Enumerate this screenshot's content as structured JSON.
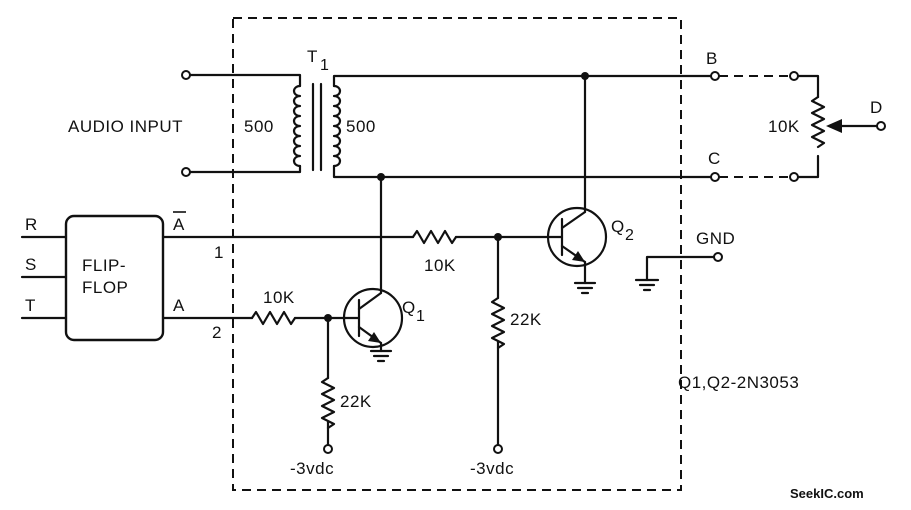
{
  "labels": {
    "audio_input": "AUDIO INPUT",
    "transformer": "T",
    "transformer_sub": "1",
    "primary_ohms": "500",
    "secondary_ohms": "500",
    "terminal_b": "B",
    "terminal_c": "C",
    "terminal_d": "D",
    "terminal_gnd": "GND",
    "pot_value": "10K",
    "r_in": "R",
    "s_in": "S",
    "t_in": "T",
    "flipflop_line1": "FLIP-",
    "flipflop_line2": "FLOP",
    "a_bar": "A",
    "a_out": "A",
    "line_1": "1",
    "line_2": "2",
    "r_q1_base": "10K",
    "r_q2_base": "10K",
    "r_q1_pulldown": "22K",
    "r_q2_pulldown": "22K",
    "q1": "Q",
    "q1_sub": "1",
    "q2": "Q",
    "q2_sub": "2",
    "supply_left": "-3vdc",
    "supply_right": "-3vdc",
    "part_note": "Q1,Q2-2N3053",
    "watermark": "SeekIC.com"
  },
  "colors": {
    "ink": "#111111",
    "background": "#ffffff"
  }
}
